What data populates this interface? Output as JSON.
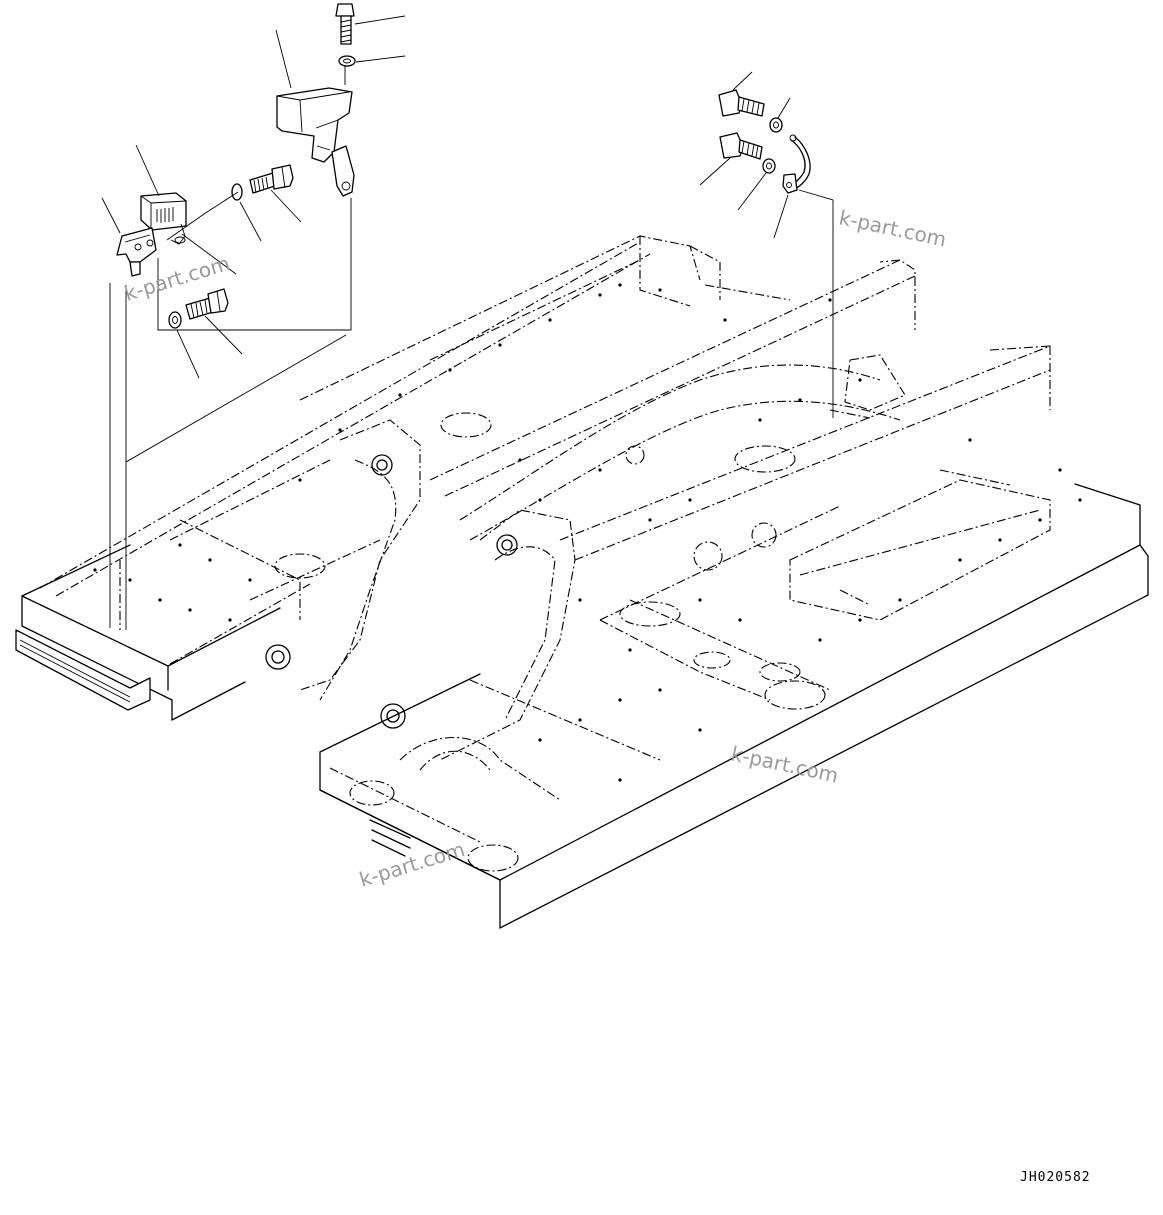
{
  "watermarks": [
    "k-part.com",
    "k-part.com",
    "k-part.com",
    "k-part.com"
  ],
  "drawing_code": "JH020582"
}
